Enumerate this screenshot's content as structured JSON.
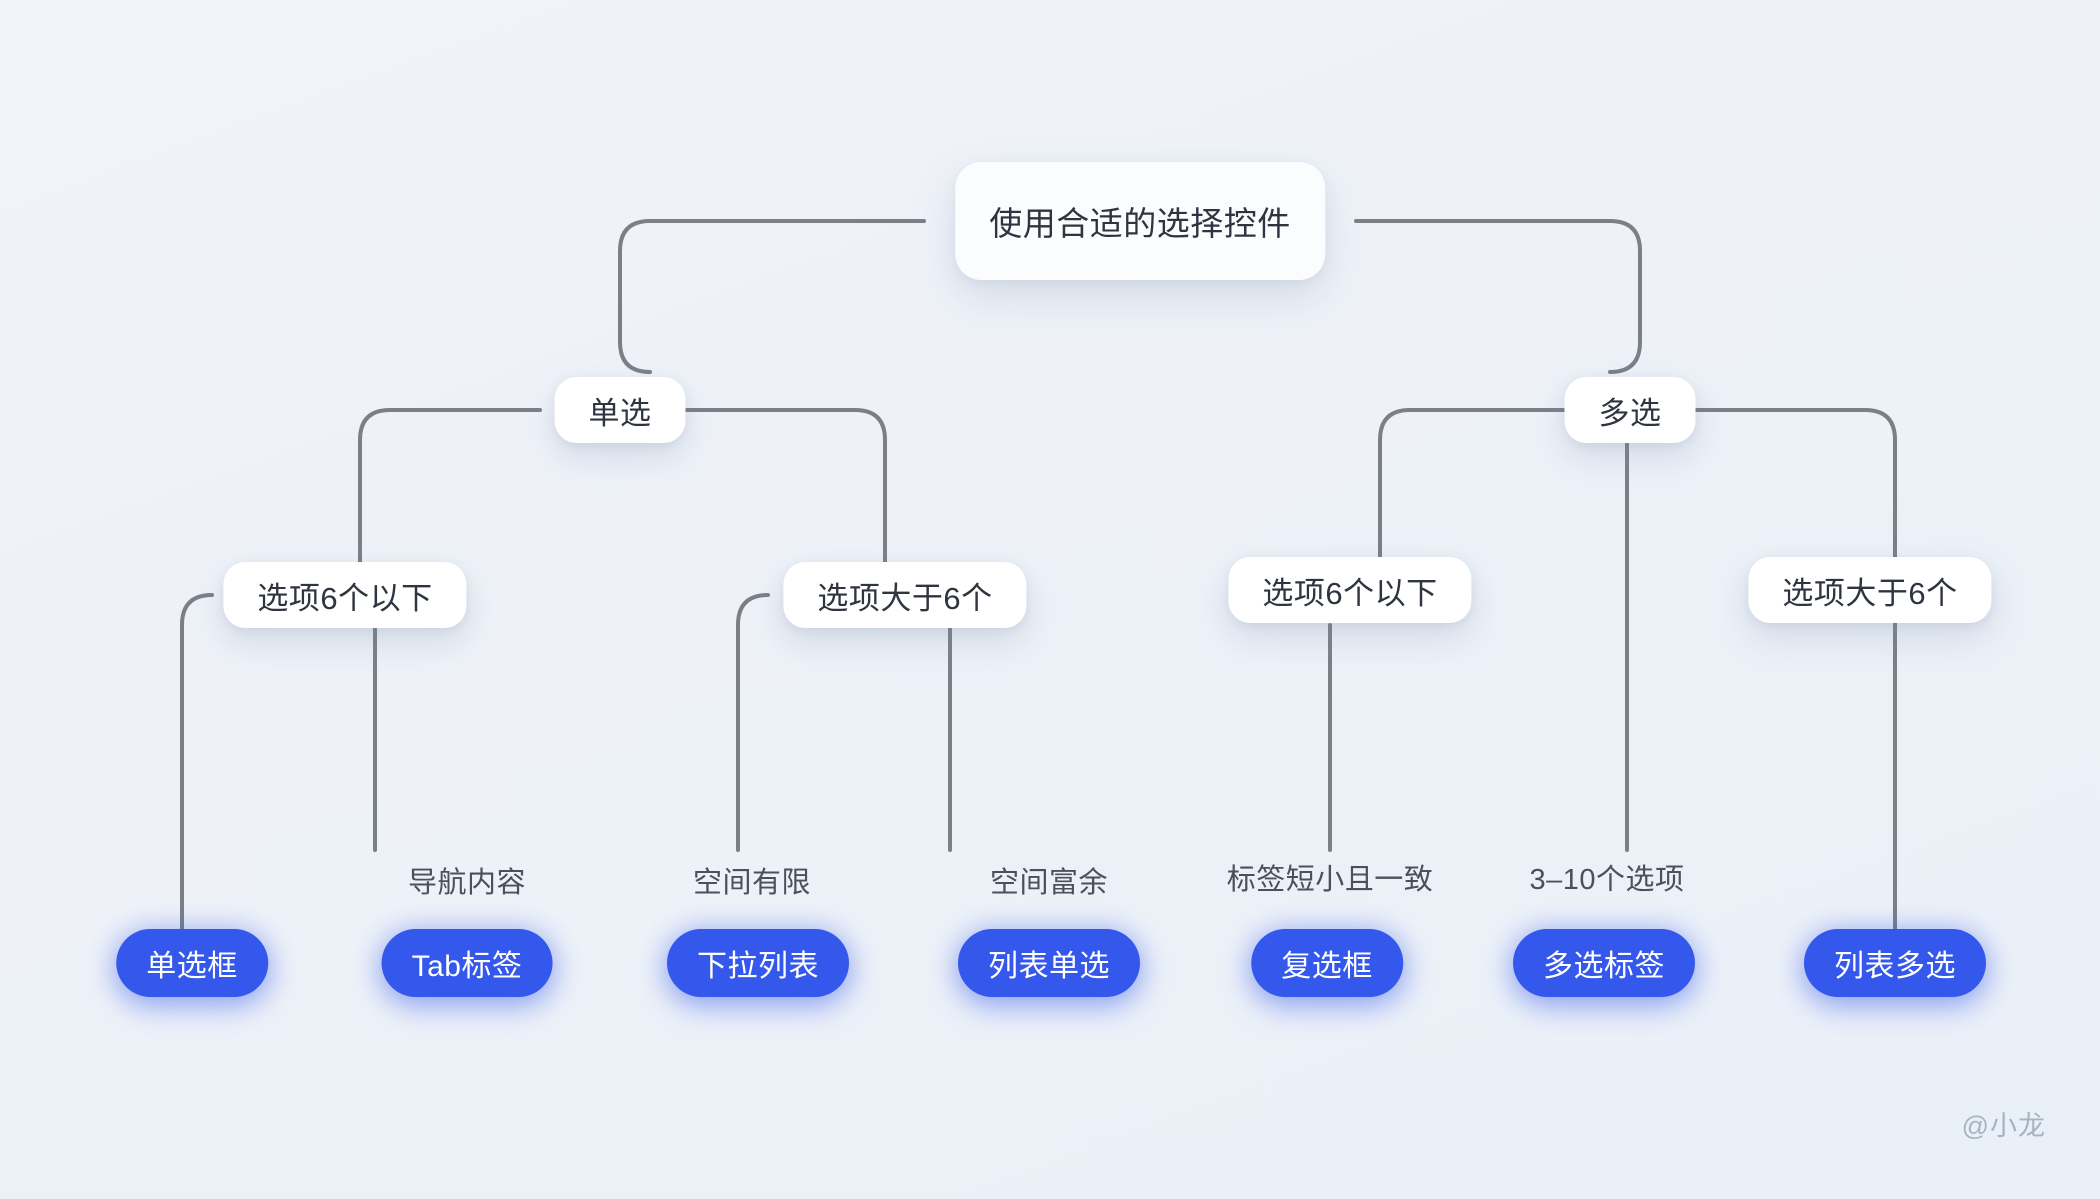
{
  "meta": {
    "watermark": "@小龙",
    "background_color": "#eef2f8",
    "line_color": "#7b8087",
    "card_color": "#ffffff",
    "pill_color": "#3558ec",
    "pill_text_color": "#ffffff",
    "card_text_color": "#2f3540",
    "caption_text_color": "#4a505c"
  },
  "diagram": {
    "type": "decision-tree",
    "root": {
      "label": "使用合适的选择控件"
    },
    "branches": [
      {
        "label": "单选",
        "conditions": [
          {
            "label": "选项6个以下",
            "leaves": [
              {
                "caption": "",
                "pill": "单选框"
              },
              {
                "caption": "导航内容",
                "pill": "Tab标签"
              }
            ]
          },
          {
            "label": "选项大于6个",
            "leaves": [
              {
                "caption": "空间有限",
                "pill": "下拉列表"
              },
              {
                "caption": "空间富余",
                "pill": "列表单选"
              }
            ]
          }
        ]
      },
      {
        "label": "多选",
        "conditions": [
          {
            "label": "选项6个以下",
            "leaves": [
              {
                "caption": "标签短小且一致",
                "pill": "复选框"
              },
              {
                "caption": "3–10个选项",
                "pill": "多选标签"
              }
            ]
          },
          {
            "label": "选项大于6个",
            "leaves": [
              {
                "caption": "",
                "pill": "列表多选"
              }
            ]
          }
        ]
      }
    ],
    "nodes": {
      "root": {
        "text": "使用合适的选择控件"
      },
      "single": {
        "text": "单选"
      },
      "multi": {
        "text": "多选"
      },
      "s_le6": {
        "text": "选项6个以下"
      },
      "s_gt6": {
        "text": "选项大于6个"
      },
      "m_le6": {
        "text": "选项6个以下"
      },
      "m_gt6": {
        "text": "选项大于6个"
      },
      "cap_nav": {
        "text": "导航内容"
      },
      "cap_limited": {
        "text": "空间有限"
      },
      "cap_ample": {
        "text": "空间富余"
      },
      "cap_short": {
        "text": "标签短小且一致"
      },
      "cap_3to10": {
        "text": "3–10个选项"
      },
      "pill_radio": {
        "text": "单选框"
      },
      "pill_tab": {
        "text": "Tab标签"
      },
      "pill_select": {
        "text": "下拉列表"
      },
      "pill_listone": {
        "text": "列表单选"
      },
      "pill_check": {
        "text": "复选框"
      },
      "pill_mtag": {
        "text": "多选标签"
      },
      "pill_listmul": {
        "text": "列表多选"
      }
    }
  }
}
